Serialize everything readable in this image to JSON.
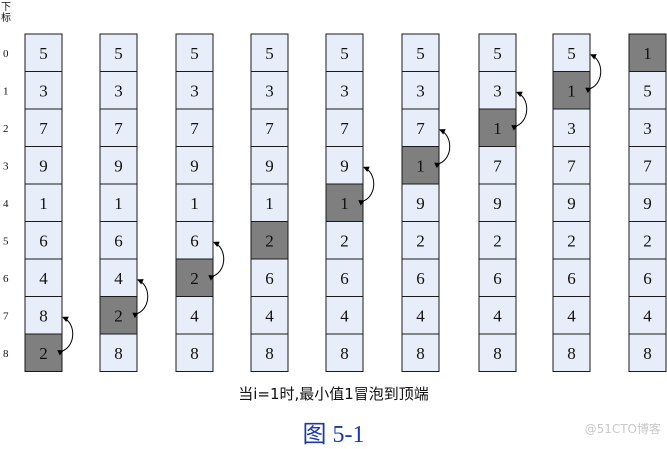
{
  "header": [
    "下",
    "标"
  ],
  "indices": [
    "0",
    "1",
    "2",
    "3",
    "4",
    "5",
    "6",
    "7",
    "8"
  ],
  "columns": [
    {
      "values": [
        "5",
        "3",
        "7",
        "9",
        "1",
        "6",
        "4",
        "8",
        "2"
      ],
      "highlight": 8,
      "swap": [
        7,
        8
      ]
    },
    {
      "values": [
        "5",
        "3",
        "7",
        "9",
        "1",
        "6",
        "4",
        "2",
        "8"
      ],
      "highlight": 7,
      "swap": [
        6,
        7
      ]
    },
    {
      "values": [
        "5",
        "3",
        "7",
        "9",
        "1",
        "6",
        "2",
        "4",
        "8"
      ],
      "highlight": 6,
      "swap": [
        5,
        6
      ]
    },
    {
      "values": [
        "5",
        "3",
        "7",
        "9",
        "1",
        "2",
        "6",
        "4",
        "8"
      ],
      "highlight": 5,
      "swap": null
    },
    {
      "values": [
        "5",
        "3",
        "7",
        "9",
        "1",
        "2",
        "6",
        "4",
        "8"
      ],
      "highlight": 4,
      "swap": [
        3,
        4
      ]
    },
    {
      "values": [
        "5",
        "3",
        "7",
        "1",
        "9",
        "2",
        "6",
        "4",
        "8"
      ],
      "highlight": 3,
      "swap": [
        2,
        3
      ]
    },
    {
      "values": [
        "5",
        "3",
        "1",
        "7",
        "9",
        "2",
        "6",
        "4",
        "8"
      ],
      "highlight": 2,
      "swap": [
        1,
        2
      ]
    },
    {
      "values": [
        "5",
        "1",
        "3",
        "7",
        "9",
        "2",
        "6",
        "4",
        "8"
      ],
      "highlight": 1,
      "swap": [
        0,
        1
      ]
    },
    {
      "values": [
        "1",
        "5",
        "3",
        "7",
        "9",
        "2",
        "6",
        "4",
        "8"
      ],
      "highlight": 0,
      "swap": null
    }
  ],
  "caption": "当i=1时,最小值1冒泡到顶端",
  "figure_label": "图 5-1",
  "watermark": "@51CTO博客",
  "colors": {
    "cell": "#e8eef9",
    "highlight": "#7f7f7f",
    "border": "#1a1a1a"
  }
}
